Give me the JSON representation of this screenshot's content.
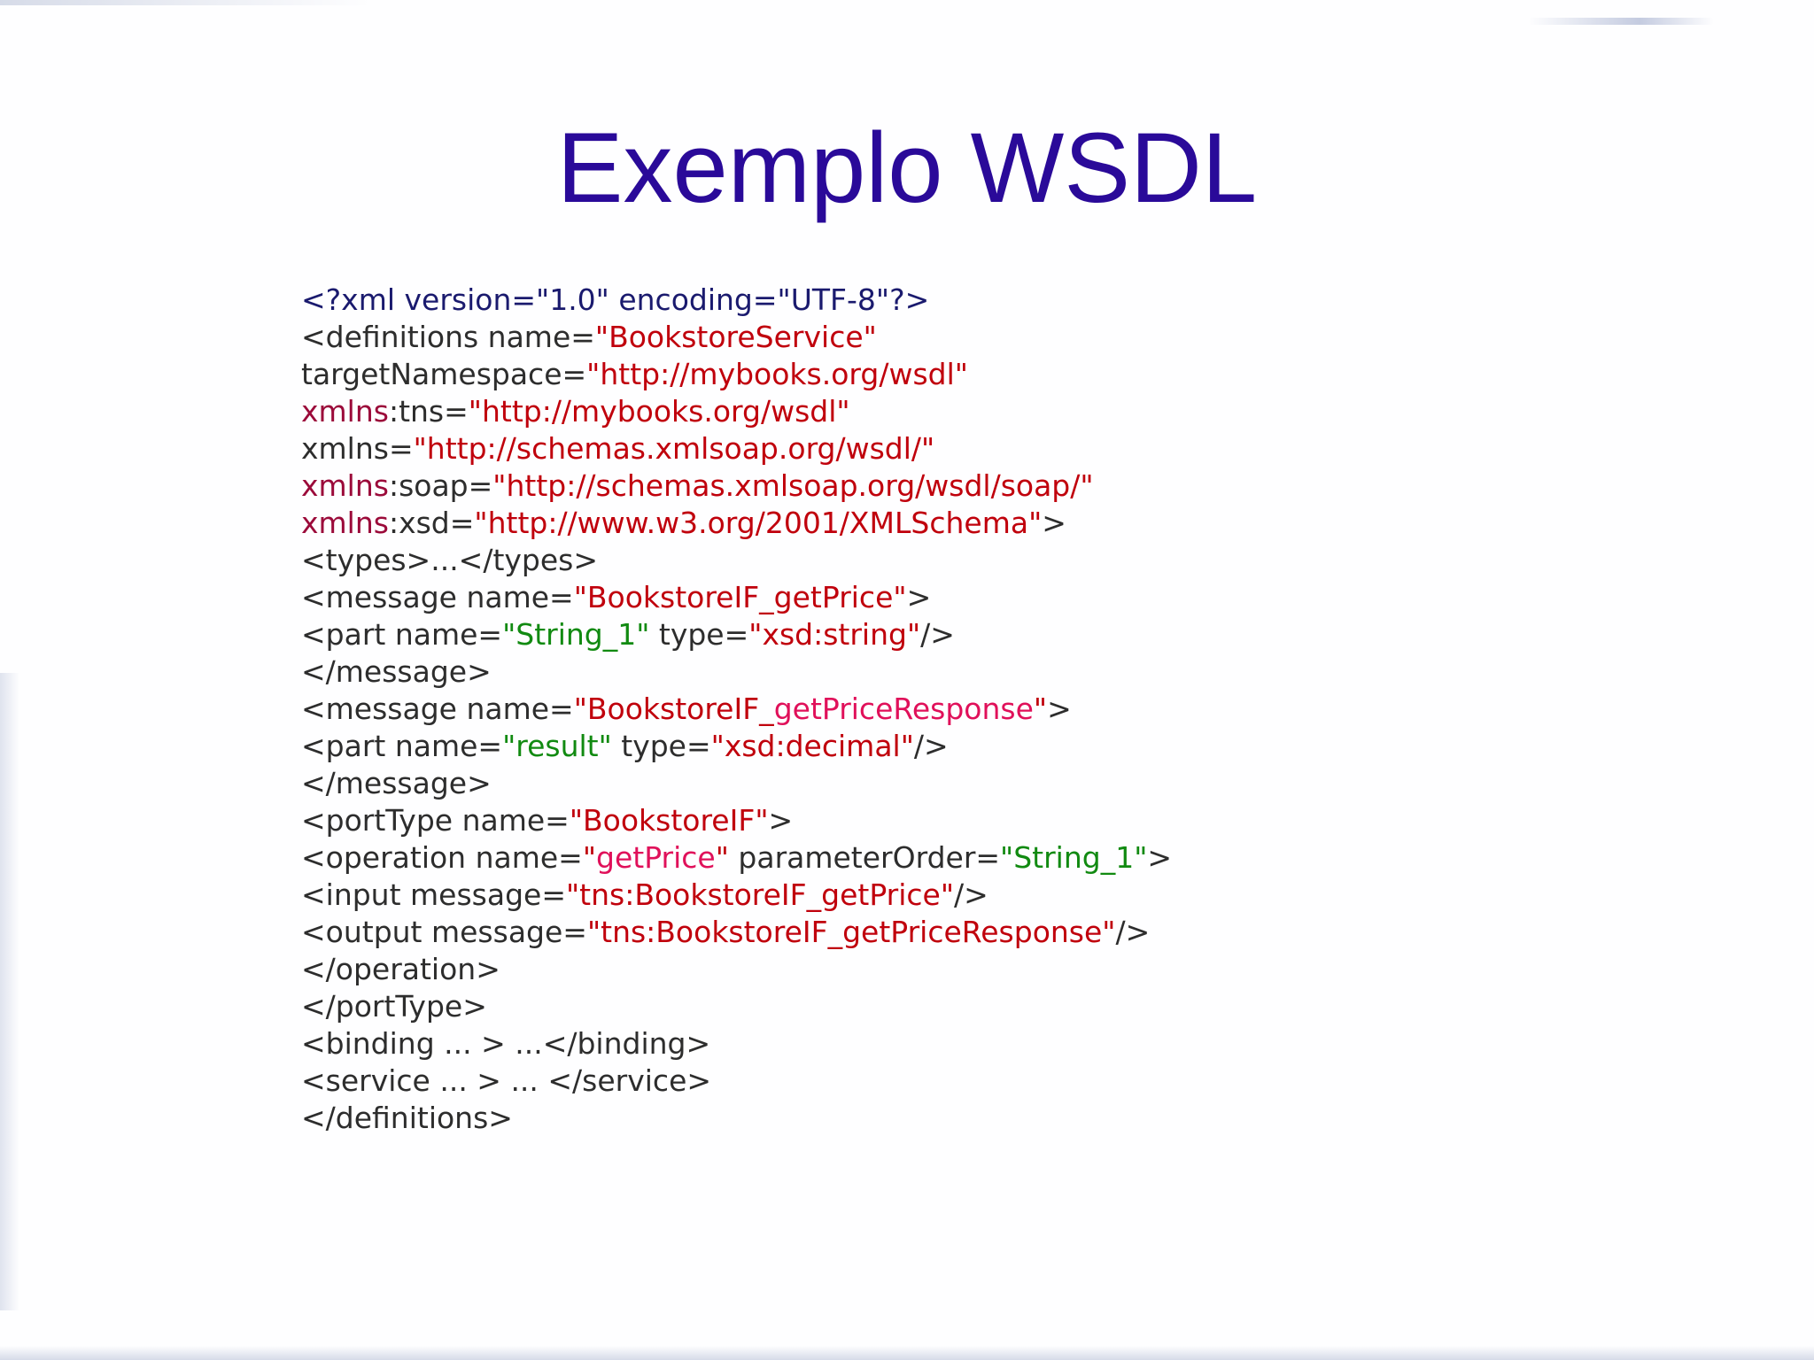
{
  "slide": {
    "title": "Exemplo WSDL",
    "code_lines": [
      [
        {
          "t": "<?xml version=\"1.0\" encoding=\"UTF-8\"?>",
          "c": "navy"
        }
      ],
      [
        {
          "t": "<definitions name=",
          "c": "dark"
        },
        {
          "t": "\"BookstoreService\"",
          "c": "red"
        }
      ],
      [
        {
          "t": "targetNamespace=",
          "c": "dark"
        },
        {
          "t": "\"http://mybooks.org/wsdl\"",
          "c": "red"
        }
      ],
      [
        {
          "t": "xmlns",
          "c": "maroon"
        },
        {
          "t": ":tns=",
          "c": "dark"
        },
        {
          "t": "\"http://mybooks.org/wsdl\"",
          "c": "red"
        }
      ],
      [
        {
          "t": "xmlns=",
          "c": "dark"
        },
        {
          "t": "\"http://schemas.xmlsoap.org/wsdl/\"",
          "c": "red"
        }
      ],
      [
        {
          "t": "xmlns",
          "c": "maroon"
        },
        {
          "t": ":soap=",
          "c": "dark"
        },
        {
          "t": "\"http://schemas.xmlsoap.org/wsdl/soap/\"",
          "c": "red"
        }
      ],
      [
        {
          "t": "xmlns",
          "c": "maroon"
        },
        {
          "t": ":xsd=",
          "c": "dark"
        },
        {
          "t": "\"http://www.w3.org/2001/XMLSchema\"",
          "c": "red"
        },
        {
          "t": ">",
          "c": "dark"
        }
      ],
      [
        {
          "t": "<types>...</types>",
          "c": "dark"
        }
      ],
      [
        {
          "t": "<message name=",
          "c": "dark"
        },
        {
          "t": "\"",
          "c": "red"
        },
        {
          "t": "BookstoreIF_getPrice",
          "c": "red"
        },
        {
          "t": "\"",
          "c": "red"
        },
        {
          "t": ">",
          "c": "dark"
        }
      ],
      [
        {
          "t": "<part name=",
          "c": "dark"
        },
        {
          "t": "\"String_1\"",
          "c": "green"
        },
        {
          "t": " type=",
          "c": "dark"
        },
        {
          "t": "\"xsd:string\"",
          "c": "red"
        },
        {
          "t": "/>",
          "c": "dark"
        }
      ],
      [
        {
          "t": "</message>",
          "c": "dark"
        }
      ],
      [
        {
          "t": "<message name=",
          "c": "dark"
        },
        {
          "t": "\"BookstoreIF_",
          "c": "red"
        },
        {
          "t": "getPriceResponse",
          "c": "pink"
        },
        {
          "t": "\"",
          "c": "red"
        },
        {
          "t": ">",
          "c": "dark"
        }
      ],
      [
        {
          "t": "<part name=",
          "c": "dark"
        },
        {
          "t": "\"result\"",
          "c": "green"
        },
        {
          "t": " type=",
          "c": "dark"
        },
        {
          "t": "\"xsd:decimal\"",
          "c": "red"
        },
        {
          "t": "/>",
          "c": "dark"
        }
      ],
      [
        {
          "t": "</message>",
          "c": "dark"
        }
      ],
      [
        {
          "t": "<portType name=",
          "c": "dark"
        },
        {
          "t": "\"BookstoreIF\"",
          "c": "red"
        },
        {
          "t": ">",
          "c": "dark"
        }
      ],
      [
        {
          "t": "<operation name=",
          "c": "dark"
        },
        {
          "t": "\"",
          "c": "red"
        },
        {
          "t": "getPrice",
          "c": "pink"
        },
        {
          "t": "\"",
          "c": "red"
        },
        {
          "t": " parameterOrder=",
          "c": "dark"
        },
        {
          "t": "\"String_1\"",
          "c": "green"
        },
        {
          "t": ">",
          "c": "dark"
        }
      ],
      [
        {
          "t": "<input message=",
          "c": "dark"
        },
        {
          "t": "\"tns:BookstoreIF_getPrice\"",
          "c": "red"
        },
        {
          "t": "/>",
          "c": "dark"
        }
      ],
      [
        {
          "t": "<output message=",
          "c": "dark"
        },
        {
          "t": "\"tns:BookstoreIF_getPriceResponse\"",
          "c": "red"
        },
        {
          "t": "/>",
          "c": "dark"
        }
      ],
      [
        {
          "t": "</operation>",
          "c": "dark"
        }
      ],
      [
        {
          "t": "</portType>",
          "c": "dark"
        }
      ],
      [
        {
          "t": "<binding ... > ...</binding>",
          "c": "dark"
        }
      ],
      [
        {
          "t": "<service ... > ... </service>",
          "c": "dark"
        }
      ],
      [
        {
          "t": "</definitions>",
          "c": "dark"
        }
      ]
    ]
  }
}
